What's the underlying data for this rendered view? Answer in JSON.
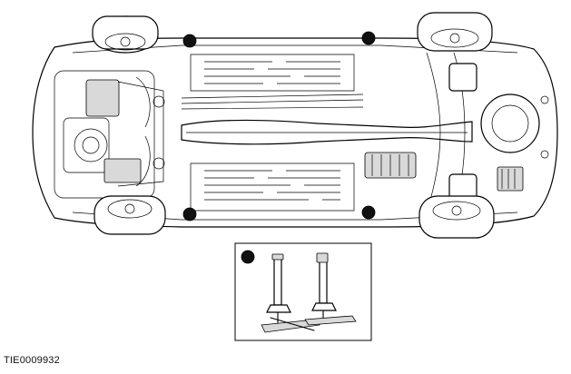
{
  "figure": {
    "caption": "TIE0009932"
  },
  "lift_points": [
    {
      "id": "front-left"
    },
    {
      "id": "rear-left"
    },
    {
      "id": "front-right"
    },
    {
      "id": "rear-right"
    }
  ],
  "inset": {
    "marker": "filled-circle",
    "tool": "two-post-lift-arms"
  }
}
